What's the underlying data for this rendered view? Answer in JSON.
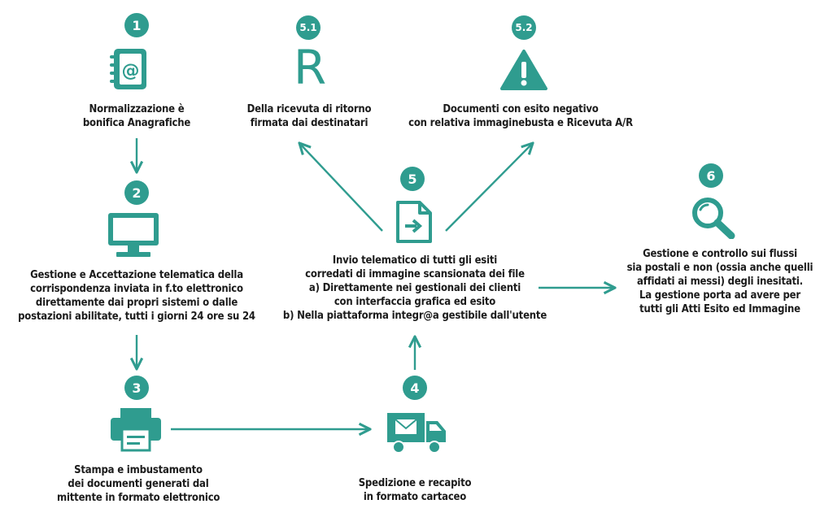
{
  "colors": {
    "accent": "#2f9c8f",
    "text": "#1b1b1b",
    "background": "#ffffff"
  },
  "steps": {
    "s1": {
      "number": "1",
      "icon": "address-book-icon",
      "lines": [
        "Normalizzazione è",
        "bonifica Anagrafiche"
      ]
    },
    "s2": {
      "number": "2",
      "icon": "computer-monitor-icon",
      "lines": [
        "Gestione e Accettazione telematica della",
        "corrispondenza inviata in f.to elettronico",
        "direttamente dai propri sistemi o dalle",
        "postazioni abilitate, tutti i giorni 24 ore su 24"
      ]
    },
    "s3": {
      "number": "3",
      "icon": "printer-icon",
      "lines": [
        "Stampa e imbustamento",
        "dei documenti generati dal",
        "mittente in formato elettronico"
      ]
    },
    "s4": {
      "number": "4",
      "icon": "delivery-truck-icon",
      "lines": [
        "Spedizione e recapito",
        "in formato cartaceo"
      ]
    },
    "s5": {
      "number": "5",
      "icon": "file-export-icon",
      "lines": [
        "Invio telematico di tutti gli esiti",
        "corredati di immagine scansionata dei file",
        "a) Direttamente nei gestionali dei clienti",
        "con interfaccia grafica ed esito",
        "b) Nella piattaforma integr@a gestibile dall'utente"
      ]
    },
    "s51": {
      "number": "5.1",
      "icon": "letter-r-icon",
      "glyph": "R",
      "lines": [
        "Della ricevuta di ritorno",
        "firmata dai destinatari"
      ]
    },
    "s52": {
      "number": "5.2",
      "icon": "warning-triangle-icon",
      "lines": [
        "Documenti con esito negativo",
        "con relativa immaginebusta e Ricevuta A/R"
      ]
    },
    "s6": {
      "number": "6",
      "icon": "magnifier-icon",
      "lines": [
        "Gestione e controllo sui flussi",
        "sia postali e non (ossia anche quelli",
        "affidati ai messi) degli inesitati.",
        "La gestione porta ad avere per",
        "tutti gli Atti Esito ed Immagine"
      ]
    }
  }
}
